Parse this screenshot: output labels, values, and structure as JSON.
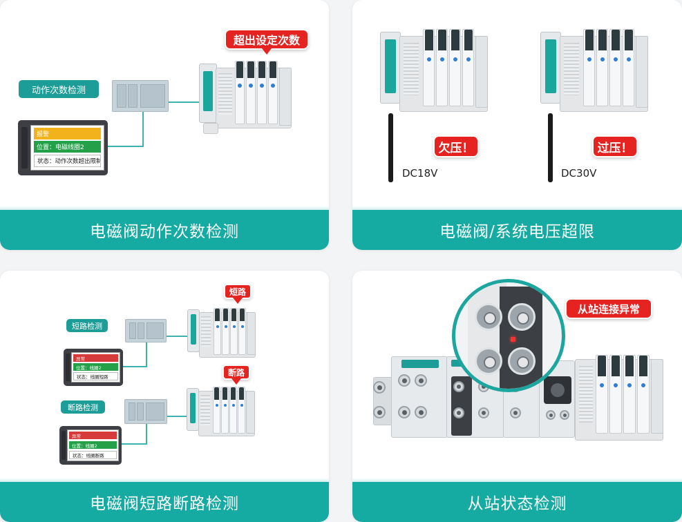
{
  "panels": [
    {
      "caption": "电磁阀动作次数检测",
      "tag": "动作次数检测",
      "callout": "超出设定次数",
      "hmi": {
        "row1": "报警",
        "row2": "位置：电磁线圈2",
        "row3": "状态：动作次数超出限制"
      }
    },
    {
      "caption": "电磁阀/系统电压超限",
      "left_callout": "欠压！",
      "right_callout": "过压！",
      "left_voltage": "DC18V",
      "right_voltage": "DC30V"
    },
    {
      "caption": "电磁阀短路断路检测",
      "top_tag": "短路检测",
      "top_callout": "短路",
      "top_hmi": {
        "row1": "异常",
        "row2": "位置：线圈2",
        "row3": "状态：线圈短路"
      },
      "bottom_tag": "断路检测",
      "bottom_callout": "断路",
      "bottom_hmi": {
        "row1": "异常",
        "row2": "位置：线圈2",
        "row3": "状态：线圈断路"
      }
    },
    {
      "caption": "从站状态检测",
      "callout": "从站连接异常"
    }
  ],
  "colors": {
    "teal": "#15aaa2",
    "red": "#e52422",
    "alarm_orange": "#f2b21b",
    "ok_green": "#23a048",
    "warn_red": "#d63a3a"
  }
}
